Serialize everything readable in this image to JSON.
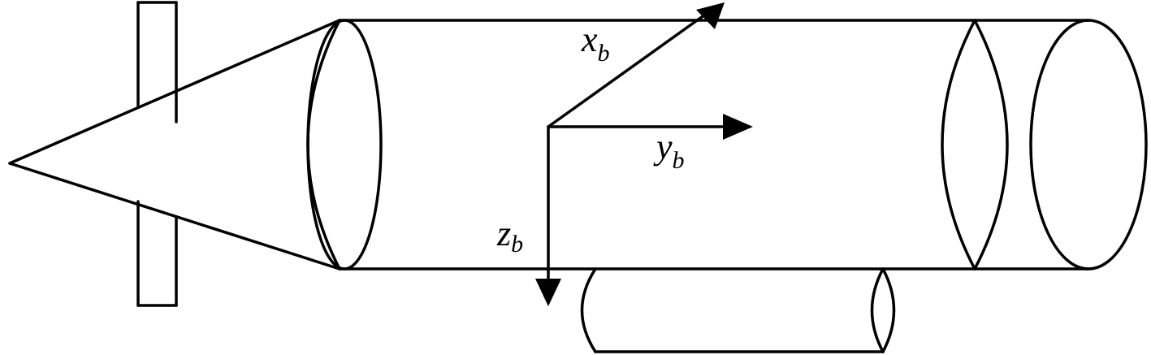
{
  "diagram": {
    "axes": {
      "x": {
        "symbol": "x",
        "subscript": "b"
      },
      "y": {
        "symbol": "y",
        "subscript": "b"
      },
      "z": {
        "symbol": "z",
        "subscript": "b"
      }
    },
    "colors": {
      "line": "#000000",
      "background": "#ffffff"
    }
  }
}
